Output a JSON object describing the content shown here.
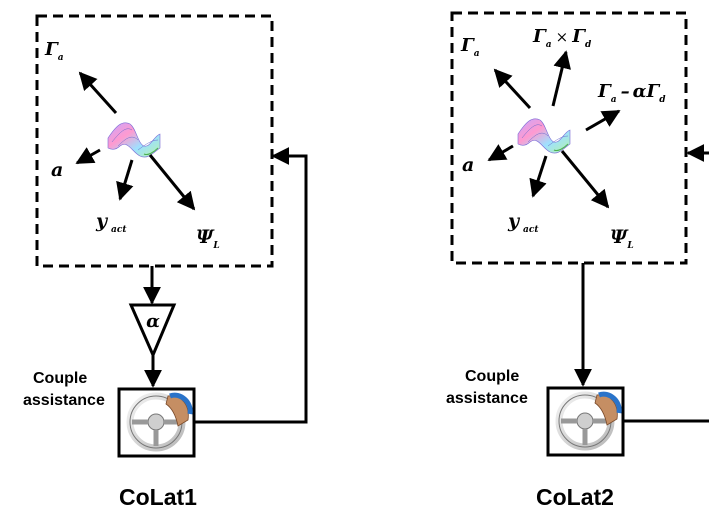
{
  "diagrams": [
    {
      "caption": "CoLat1",
      "assistance_label_line1": "Couple",
      "assistance_label_line2": "assistance",
      "gain_symbol": "α",
      "outputs": {
        "gamma_a": {
          "main": "Γ",
          "sub": "a"
        },
        "a": {
          "main": "a"
        },
        "y_act": {
          "main": "y",
          "sub": "act"
        },
        "psi_L": {
          "main": "Ψ",
          "sub": "L"
        }
      }
    },
    {
      "caption": "CoLat2",
      "assistance_label_line1": "Couple",
      "assistance_label_line2": "assistance",
      "outputs": {
        "gamma_a": {
          "main": "Γ",
          "sub": "a"
        },
        "gamma_product": {
          "main1": "Γ",
          "sub1": "a",
          "op": "×",
          "main2": "Γ",
          "sub2": "d"
        },
        "gamma_diff": {
          "main1": "Γ",
          "sub1": "a",
          "op": "–",
          "coef": "α",
          "main2": "Γ",
          "sub2": "d"
        },
        "a": {
          "main": "a"
        },
        "y_act": {
          "main": "y",
          "sub": "act"
        },
        "psi_L": {
          "main": "Ψ",
          "sub": "L"
        }
      }
    }
  ]
}
